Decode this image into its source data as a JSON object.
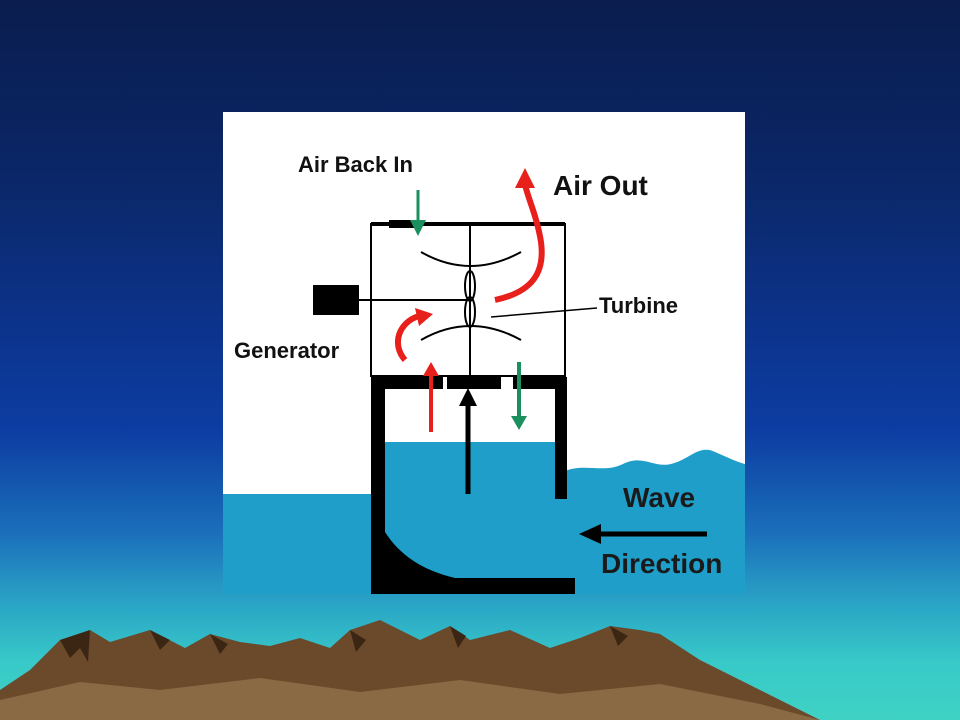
{
  "diagram": {
    "labels": {
      "air_back_in": "Air Back In",
      "air_out": "Air Out",
      "turbine": "Turbine",
      "generator": "Generator",
      "wave": "Wave",
      "direction": "Direction"
    },
    "colors": {
      "water": "#1e9ec8",
      "red_arrow": "#e8201c",
      "green_arrow": "#1b8f5e",
      "structure": "#000000"
    },
    "icons": [
      "air-in-arrow-icon",
      "air-out-arrow-icon",
      "wave-direction-arrow-icon",
      "generator-icon",
      "turbine-icon"
    ]
  },
  "slide": {
    "colors": {
      "background_top": "#0a1d4e",
      "background_bottom": "#3fd2c4",
      "mountain": "#6b4a2b"
    }
  }
}
